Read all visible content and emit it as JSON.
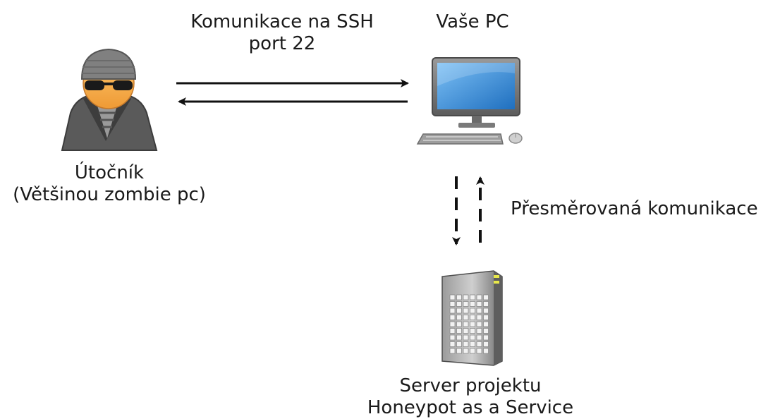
{
  "labels": {
    "ssh_line1": "Komunikace na SSH",
    "ssh_line2": "port 22",
    "pc": "Vaše PC",
    "attacker_line1": "Útočník",
    "attacker_line2": "(Většinou zombie pc)",
    "redirected": "Přesměrovaná komunikace",
    "server_line1": "Server projektu",
    "server_line2": "Honeypot as a Service"
  },
  "icons": {
    "attacker": "hacker-icon",
    "pc": "desktop-computer-icon",
    "server": "server-tower-icon"
  },
  "colors": {
    "text": "#1a1a1a",
    "arrow": "#111111",
    "screen": "#3a8fd8",
    "skin": "#f5a94a",
    "coat": "#5a5a5a",
    "server": "#7d7d7d"
  }
}
